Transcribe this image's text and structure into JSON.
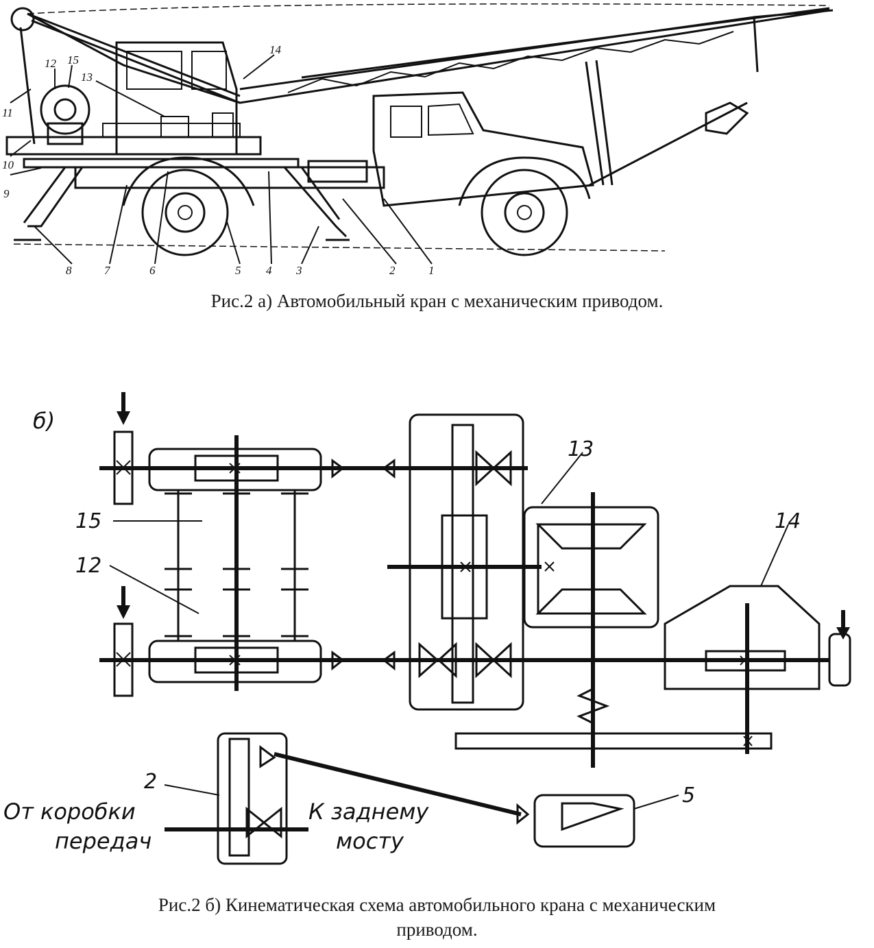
{
  "figure_a": {
    "caption": "Рис.2 а) Автомобильный кран с механическим приводом.",
    "callouts": [
      "1",
      "2",
      "3",
      "4",
      "5",
      "6",
      "7",
      "8",
      "9",
      "10",
      "11",
      "12",
      "13",
      "14",
      "15"
    ]
  },
  "figure_b": {
    "letter": "б)",
    "caption_line1": "Рис.2 б) Кинематическая схема автомобильного крана с механическим",
    "caption_line2": "приводом.",
    "callouts": [
      "15",
      "12",
      "13",
      "14",
      "2",
      "5"
    ],
    "from_label_line1": "От коробки",
    "from_label_line2": "передач",
    "to_label_line1": "К заднему",
    "to_label_line2": "мосту"
  }
}
